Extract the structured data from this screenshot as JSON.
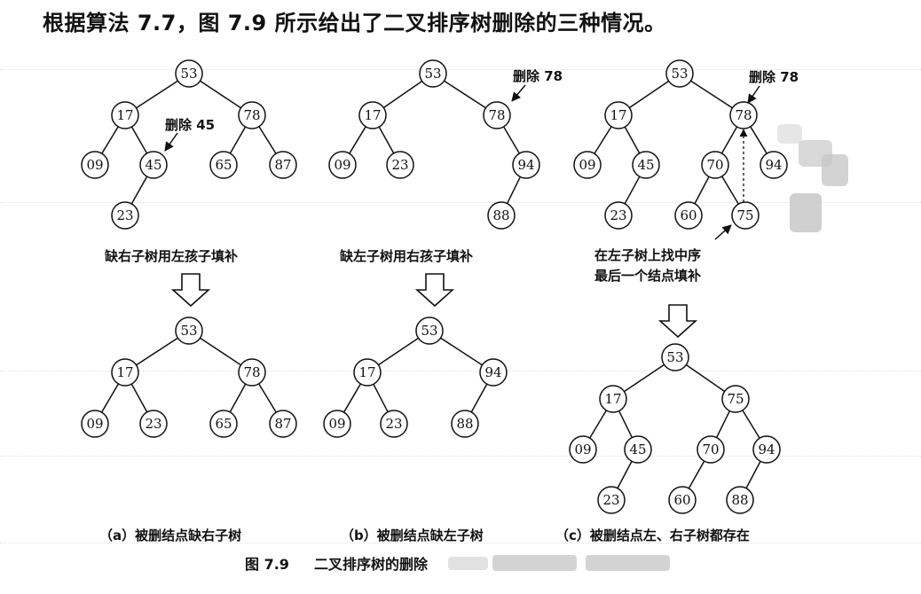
{
  "heading": "根据算法 7.7，图 7.9 所示给出了二叉排序树删除的三种情况。",
  "annotations": {
    "a_delete": "删除 45",
    "b_delete": "删除 78",
    "c_delete": "删除 78"
  },
  "transforms": {
    "a": "缺右子树用左孩子填补",
    "b": "缺左子树用右孩子填补",
    "c_line1": "在左子树上找中序",
    "c_line2": "最后一个结点填补"
  },
  "subcaptions": {
    "a": "（a）被删结点缺右子树",
    "b": "（b）被删结点缺左子树",
    "c": "（c）被删结点左、右子树都存在"
  },
  "figure_caption": {
    "number": "图 7.9",
    "title": "二叉排序树的删除"
  },
  "trees": {
    "a_before": [
      "53",
      "17",
      "78",
      "09",
      "45",
      "65",
      "87",
      "23"
    ],
    "a_after": [
      "53",
      "17",
      "78",
      "09",
      "23",
      "65",
      "87"
    ],
    "b_before": [
      "53",
      "17",
      "78",
      "09",
      "23",
      "94",
      "88"
    ],
    "b_after": [
      "53",
      "17",
      "94",
      "09",
      "23",
      "88"
    ],
    "c_before": [
      "53",
      "17",
      "78",
      "09",
      "45",
      "70",
      "94",
      "23",
      "60",
      "75"
    ],
    "c_after": [
      "53",
      "17",
      "75",
      "09",
      "45",
      "70",
      "94",
      "23",
      "60",
      "88"
    ]
  }
}
